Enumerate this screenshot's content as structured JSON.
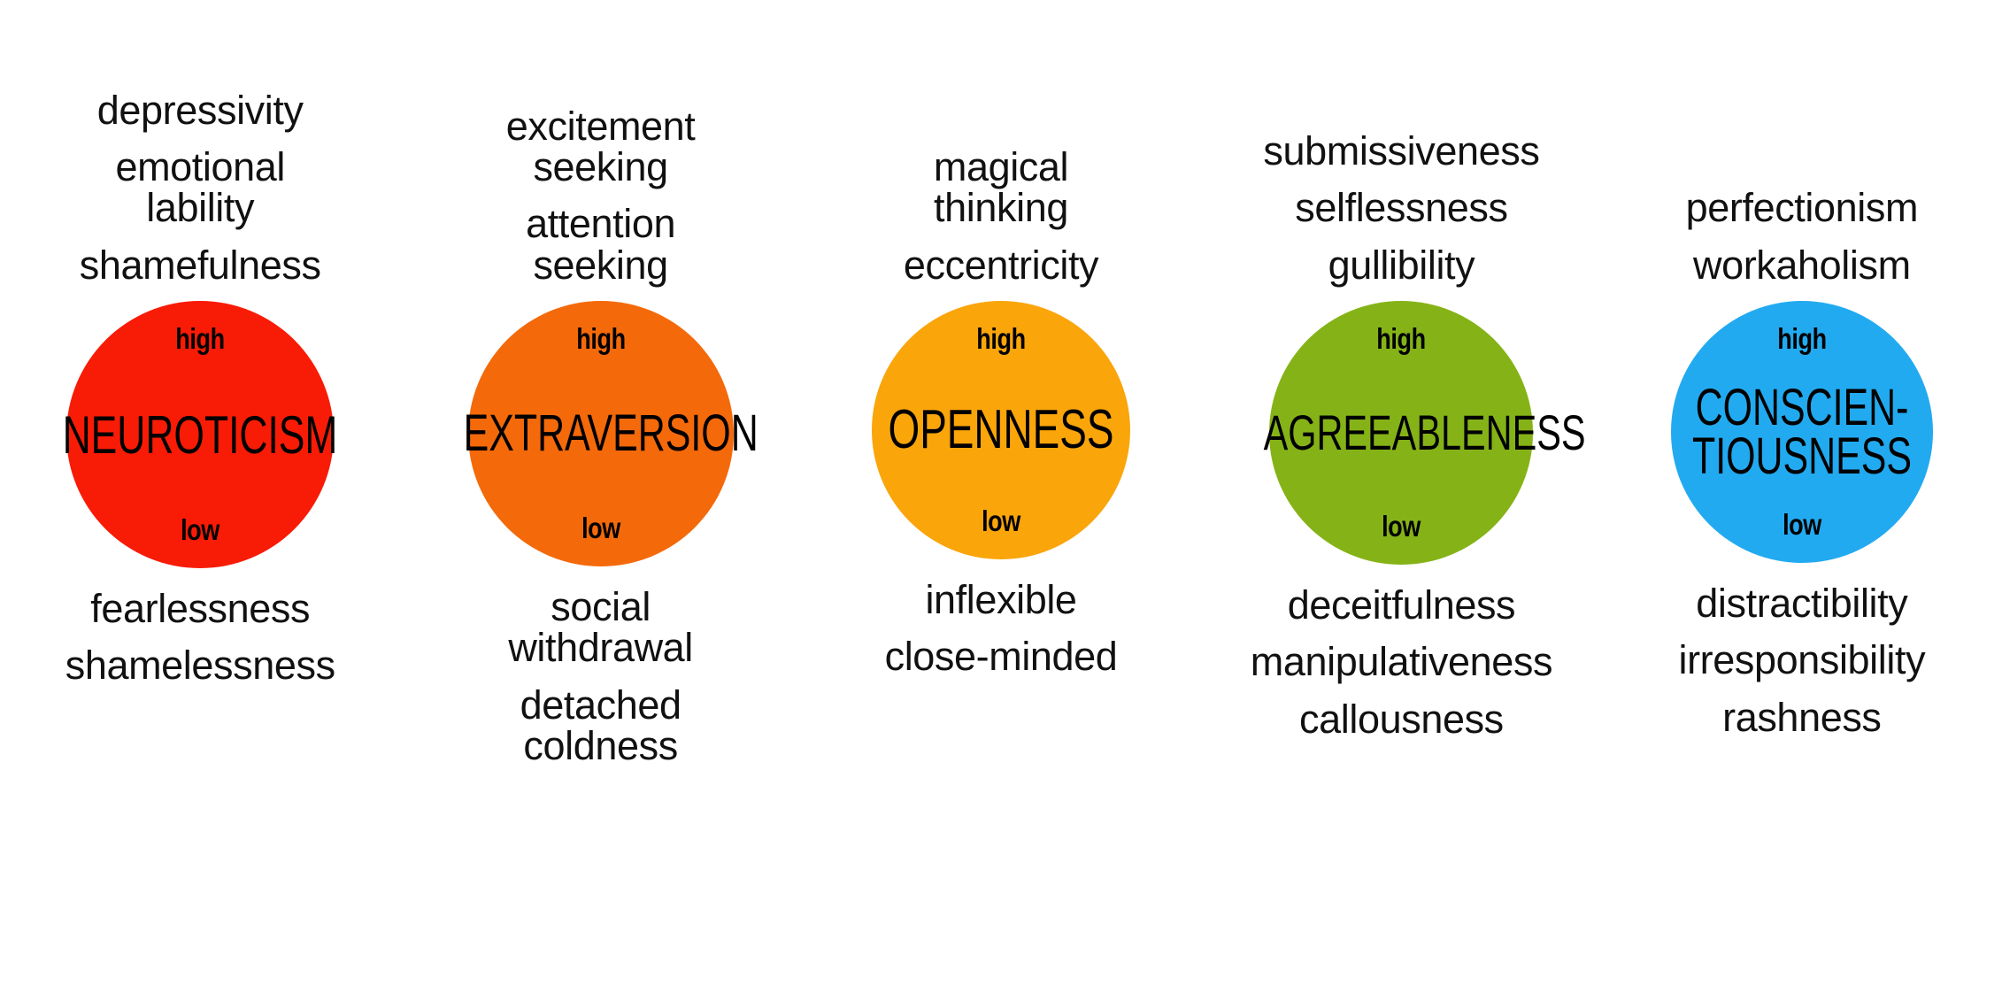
{
  "meta": {
    "polarity_high_label": "high",
    "polarity_low_label": "low",
    "background_color": "#ffffff",
    "text_color": "#000000"
  },
  "traits": [
    {
      "name": "NEUROTICISM",
      "color": "#f81b06",
      "high_descriptors": [
        "depressivity",
        "emotional\nlability",
        "shamefulness"
      ],
      "low_descriptors": [
        "fearlessness",
        "shamelessness"
      ]
    },
    {
      "name": "EXTRAVERSION",
      "color": "#f4690a",
      "high_descriptors": [
        "excitement\nseeking",
        "attention\nseeking"
      ],
      "low_descriptors": [
        "social\nwithdrawal",
        "detached\ncoldness"
      ]
    },
    {
      "name": "OPENNESS",
      "color": "#faa50a",
      "high_descriptors": [
        "magical\nthinking",
        "eccentricity"
      ],
      "low_descriptors": [
        "inflexible",
        "close-minded"
      ]
    },
    {
      "name": "AGREEABLENESS",
      "color": "#85b317",
      "high_descriptors": [
        "submissiveness",
        "selflessness",
        "gullibility"
      ],
      "low_descriptors": [
        "deceitfulness",
        "manipulativeness",
        "callousness"
      ]
    },
    {
      "name": "CONSCIEN-\nTIOUSNESS",
      "color": "#22aaf0",
      "high_descriptors": [
        "perfectionism",
        "workaholism"
      ],
      "low_descriptors": [
        "distractibility",
        "irresponsibility",
        "rashness"
      ]
    }
  ]
}
